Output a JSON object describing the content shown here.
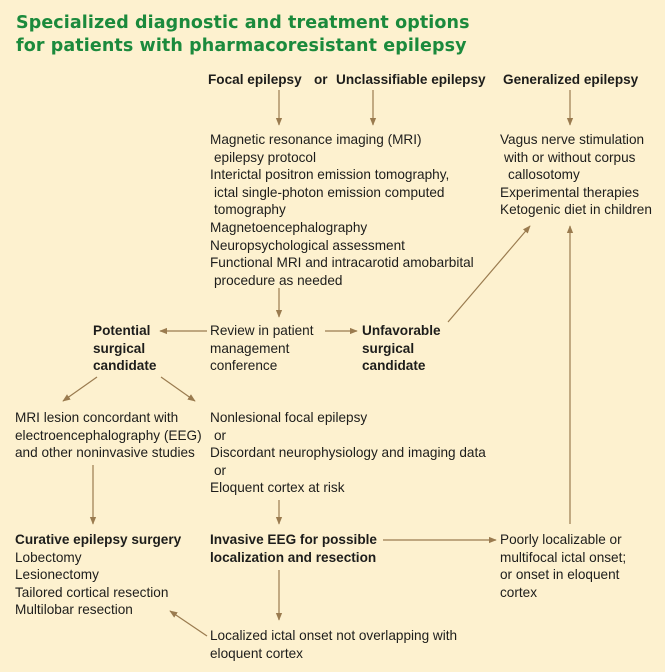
{
  "title": {
    "line1": "Specialized diagnostic and treatment options",
    "line2": "for patients with pharmacoresistant epilepsy"
  },
  "top_row": {
    "focal": "Focal epilepsy",
    "or": "or",
    "unclassifiable": "Unclassifiable epilepsy",
    "generalized": "Generalized epilepsy"
  },
  "workup": {
    "lines": [
      "Magnetic resonance imaging (MRI)",
      "epilepsy protocol",
      "Interictal positron emission tomography,",
      "ictal single-photon emission computed",
      "tomography",
      "Magnetoencephalography",
      "Neuropsychological assessment",
      "Functional MRI and intracarotid amobarbital",
      "procedure as needed"
    ]
  },
  "generalized_options": {
    "lines": [
      "Vagus nerve stimulation",
      "with or without corpus",
      "callosotomy",
      "Experimental therapies",
      "Ketogenic diet in children"
    ]
  },
  "potential_candidate": {
    "lines": [
      "Potential",
      "surgical",
      "candidate"
    ]
  },
  "review": {
    "lines": [
      "Review in patient",
      "management",
      "conference"
    ]
  },
  "unfavorable_candidate": {
    "lines": [
      "Unfavorable",
      "surgical",
      "candidate"
    ]
  },
  "mri_lesion": {
    "lines": [
      "MRI lesion concordant with",
      "electroencephalography (EEG)",
      "and other noninvasive studies"
    ]
  },
  "nonlesional": {
    "lines": [
      "Nonlesional focal epilepsy",
      "or",
      "Discordant neurophysiology and imaging data",
      "or",
      "Eloquent cortex at risk"
    ]
  },
  "curative": {
    "heading": "Curative epilepsy surgery",
    "items": [
      "Lobectomy",
      "Lesionectomy",
      "Tailored cortical resection",
      "Multilobar resection"
    ]
  },
  "invasive_eeg": {
    "lines": [
      "Invasive EEG for possible",
      "localization and resection"
    ]
  },
  "poorly_localizable": {
    "lines": [
      "Poorly localizable or",
      "multifocal ictal onset;",
      "or onset in eloquent",
      "cortex"
    ]
  },
  "localized_onset": {
    "lines": [
      "Localized ictal onset not overlapping with",
      "eloquent cortex"
    ]
  },
  "colors": {
    "background": "#fdf1cf",
    "title": "#1b8a3c",
    "arrow": "#9a7b4f",
    "text": "#1d1d1b"
  }
}
